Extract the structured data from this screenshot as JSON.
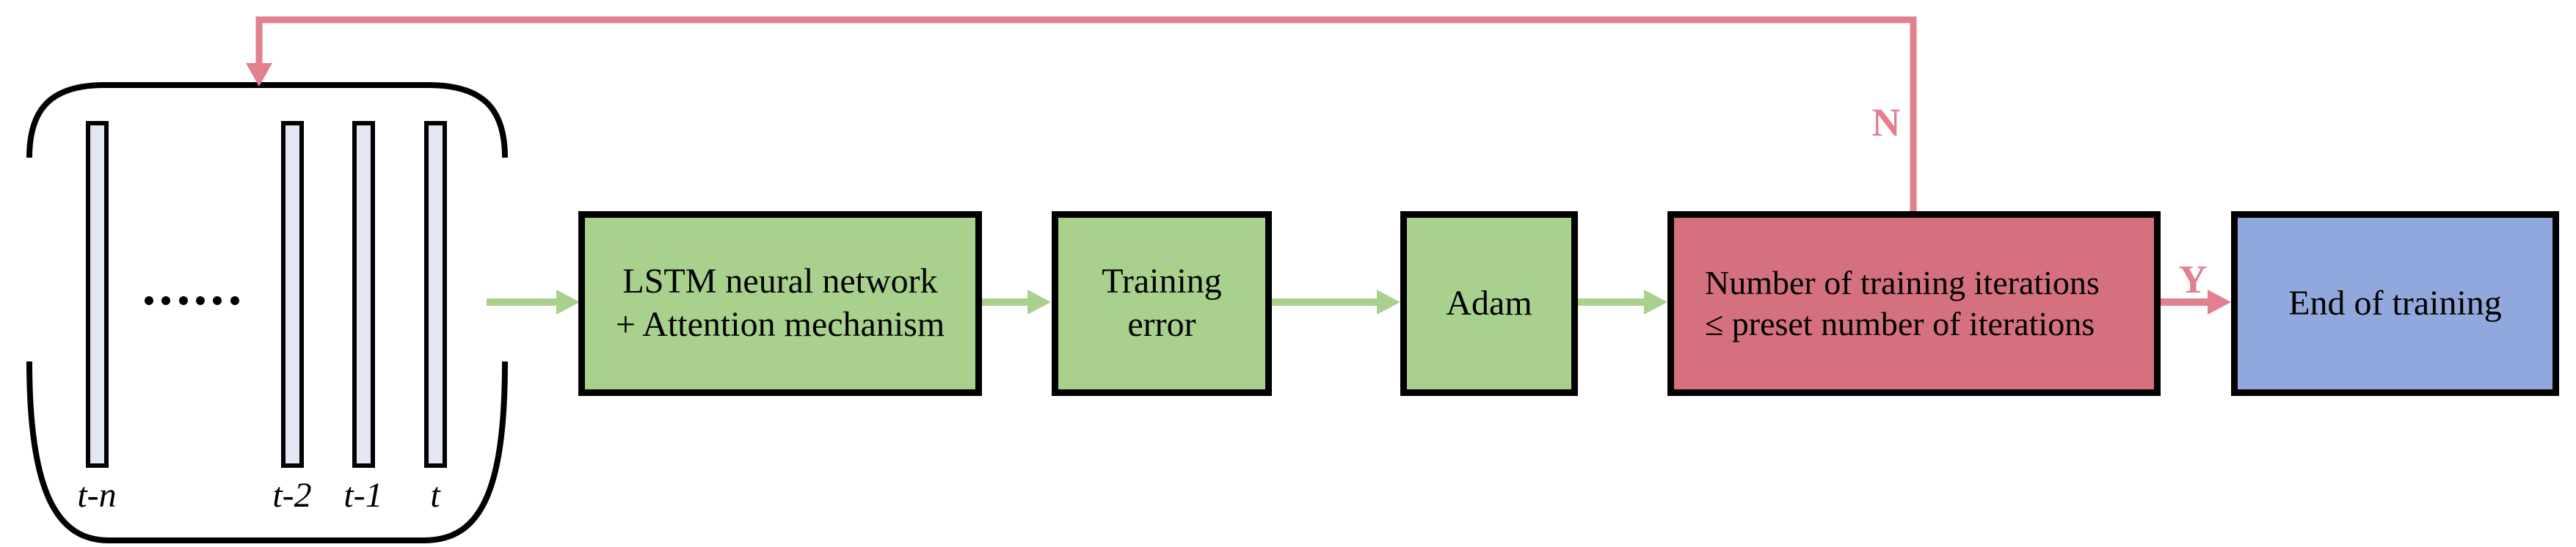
{
  "diagram": {
    "type": "flowchart",
    "description": "LSTM with attention training loop flowchart"
  },
  "colors": {
    "process_green": "#a9d18e",
    "decision_rose": "#d5717f",
    "terminal_blue": "#91a8dc",
    "feedback_line_rose": "#e2808f",
    "bar_fill_lavender": "#e3e6f4",
    "outline_black": "#000000"
  },
  "input_group": {
    "bar_labels": [
      "t-n",
      "t-2",
      "t-1",
      "t"
    ],
    "ellipsis_dot_count": 6
  },
  "boxes": {
    "lstm": {
      "line1": "LSTM neural network",
      "line2": "+ Attention mechanism"
    },
    "training_error": {
      "line1": "Training",
      "line2": "error"
    },
    "adam": {
      "label": "Adam"
    },
    "iteration_check": {
      "line1": "Number of training iterations",
      "line2": "≤ preset number of iterations"
    },
    "end_of_training": {
      "label": "End of training"
    }
  },
  "edge_labels": {
    "no": "N",
    "yes": "Y"
  }
}
